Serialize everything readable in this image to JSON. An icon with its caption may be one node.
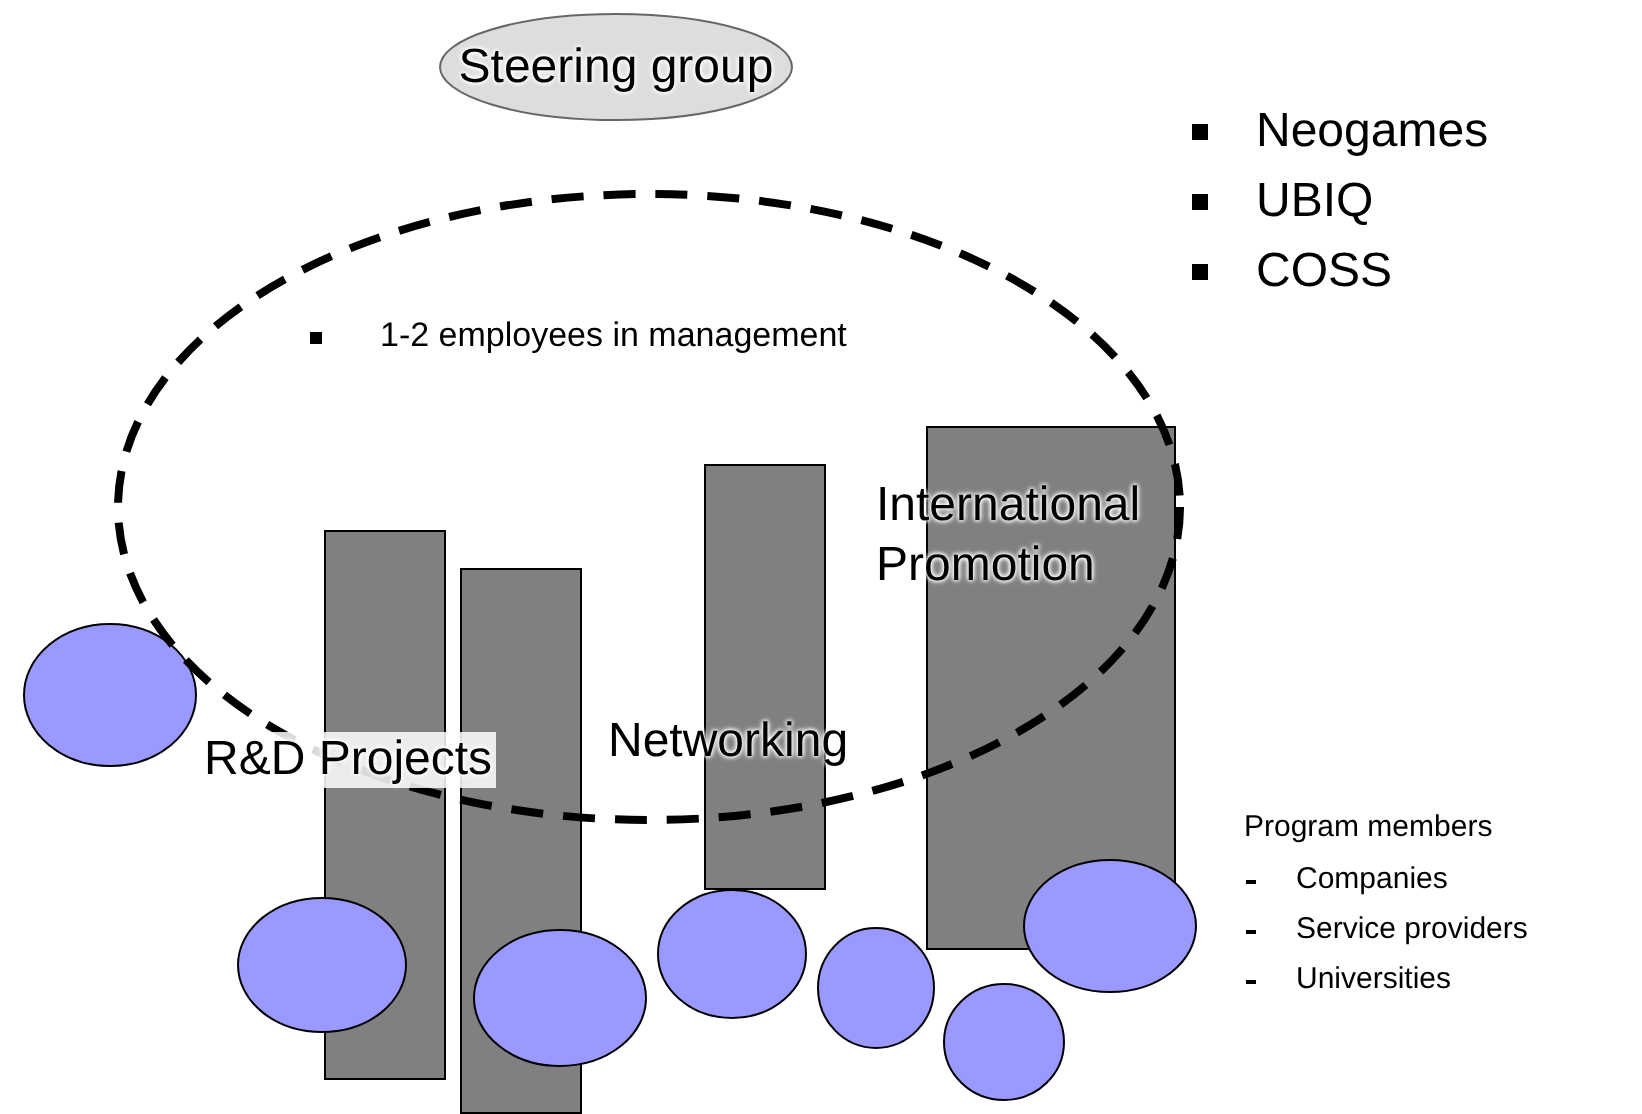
{
  "diagram": {
    "nodes": [
      {
        "text": [
          "Steering group"
        ]
      },
      {
        "text": [
          "1-2 employees in management"
        ]
      },
      {
        "text": [],
        "shape": "bar"
      },
      {
        "text": [],
        "shape": "bar"
      },
      {
        "text": [],
        "shape": "bar"
      },
      {
        "text": [],
        "shape": "bar"
      },
      {
        "text": [],
        "shape": "circle"
      },
      {
        "text": [],
        "shape": "circle"
      },
      {
        "text": [],
        "shape": "circle"
      },
      {
        "text": [],
        "shape": "circle"
      },
      {
        "text": [],
        "shape": "circle"
      },
      {
        "text": [],
        "shape": "circle"
      },
      {
        "text": [],
        "shape": "circle"
      }
    ],
    "edges": [],
    "labels": [
      "Neogames",
      "UBIQ",
      "COSS",
      "International Promotion",
      "Networking",
      "R&D Projects",
      "Program members",
      "Companies",
      "Service providers",
      "Universities"
    ]
  }
}
